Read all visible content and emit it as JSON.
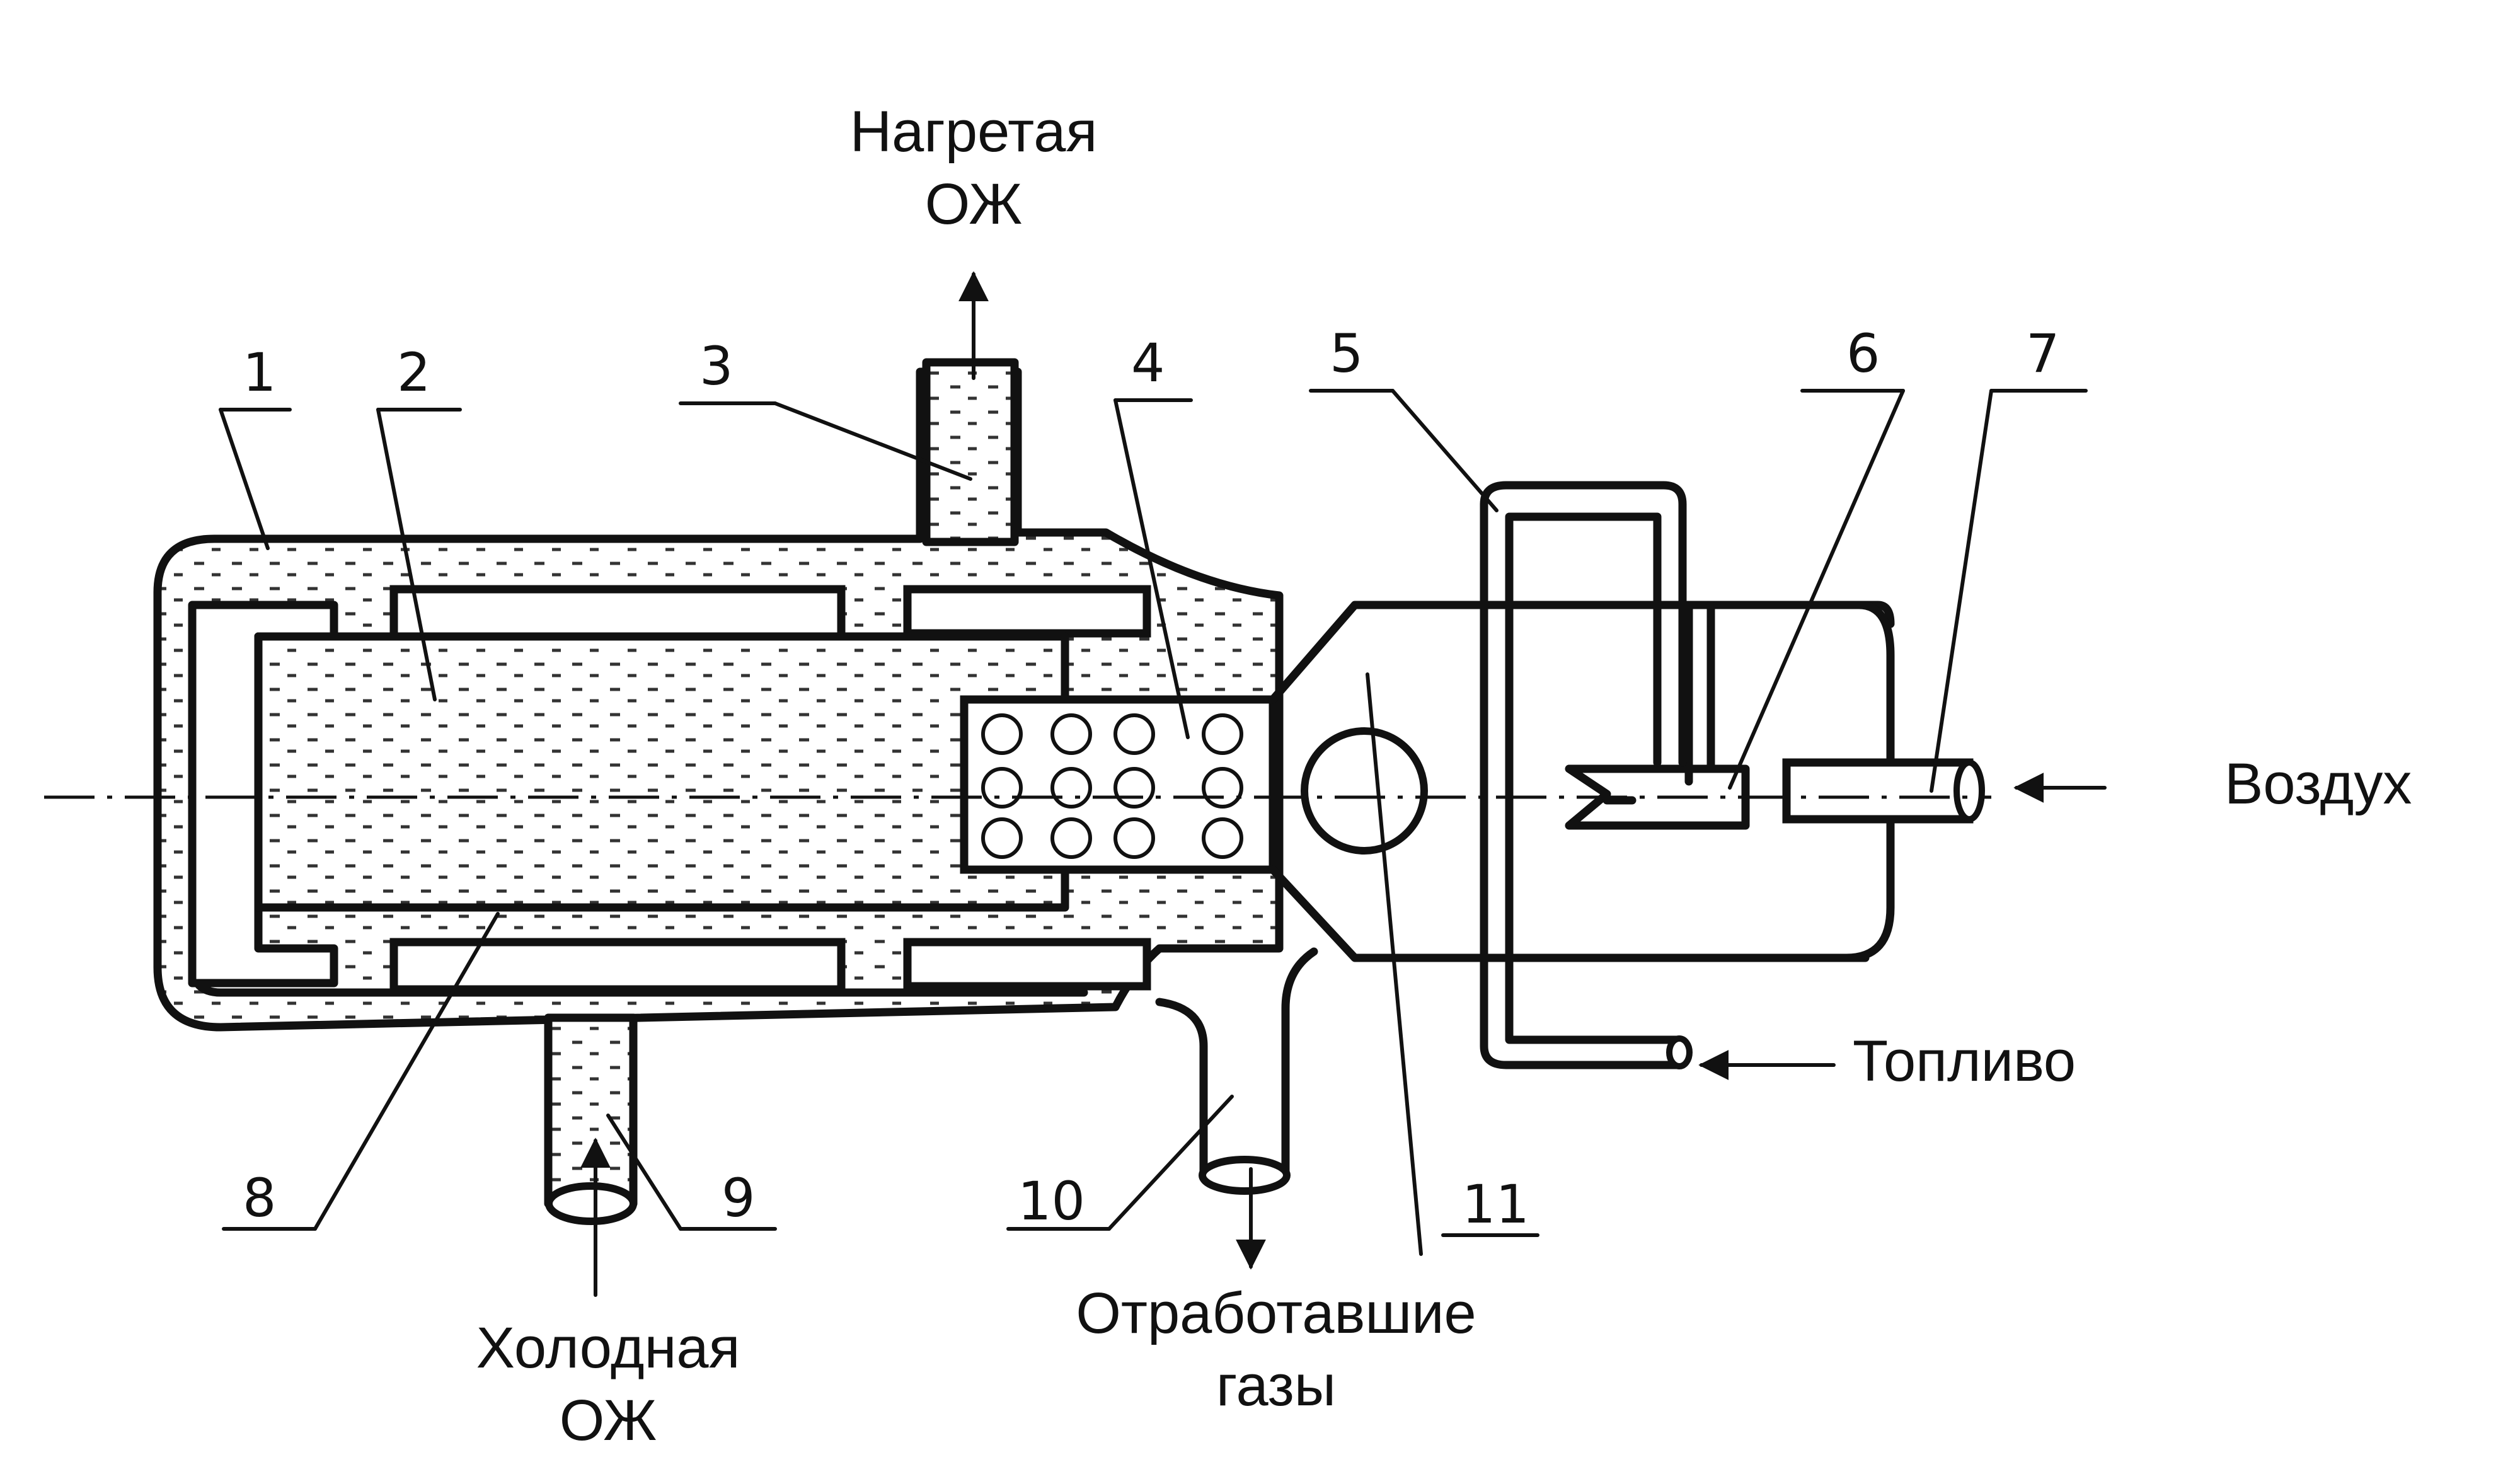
{
  "labels": {
    "hot_coolant_line1": "Нагретая",
    "hot_coolant_line2": "ОЖ",
    "cold_coolant_line1": "Холодная",
    "cold_coolant_line2": "ОЖ",
    "exhaust_line1": "Отработавшие",
    "exhaust_line2": "газы",
    "air": "Воздух",
    "fuel": "Топливо"
  },
  "callouts": [
    "1",
    "2",
    "3",
    "4",
    "5",
    "6",
    "7",
    "8",
    "9",
    "10",
    "11"
  ]
}
